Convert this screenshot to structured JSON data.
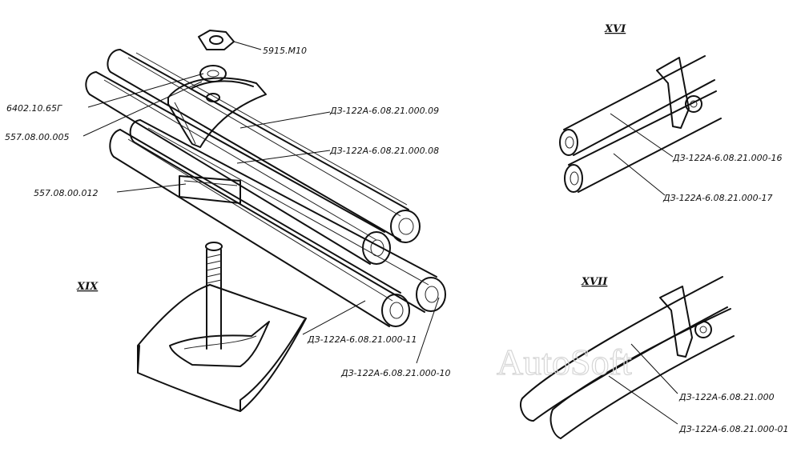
{
  "labels": {
    "nut": "5915.М10",
    "washer": "6402.10.65Г",
    "clamp_main": "557.08.00.005",
    "plate": "557.08.00.012",
    "tube_09": "ДЗ-122А-6.08.21.000.09",
    "tube_08": "ДЗ-122А-6.08.21.000.08",
    "tube_11": "ДЗ-122А-6.08.21.000-11",
    "tube_10": "ДЗ-122А-6.08.21.000-10",
    "tube_16": "ДЗ-122А-6.08.21.000-16",
    "tube_17": "ДЗ-122А-6.08.21.000-17",
    "tube_000": "ДЗ-122А-6.08.21.000",
    "tube_01": "ДЗ-122А-6.08.21.000-01"
  },
  "views": {
    "xvi": "XVI",
    "xvii": "XVII",
    "xix": "XIX"
  },
  "watermark": "AutoSoft"
}
